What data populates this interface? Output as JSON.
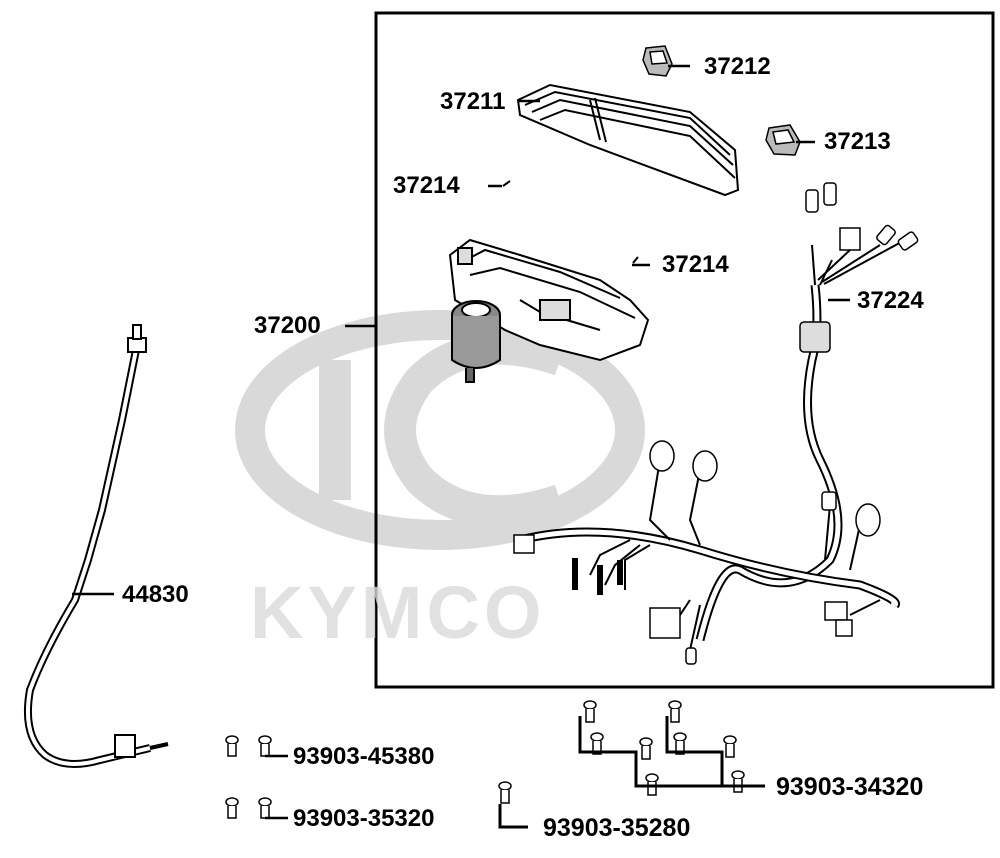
{
  "watermark": {
    "brand": "KYMCO",
    "color": "#d9d9d9"
  },
  "parts": {
    "p37212": "37212",
    "p37211": "37211",
    "p37213": "37213",
    "p37214a": "37214",
    "p37214b": "37214",
    "p37224": "37224",
    "p37200": "37200",
    "p44830": "44830",
    "p93903_45380": "93903-45380",
    "p93903_35320": "93903-35320",
    "p93903_34320": "93903-34320",
    "p93903_35280": "93903-35280"
  }
}
